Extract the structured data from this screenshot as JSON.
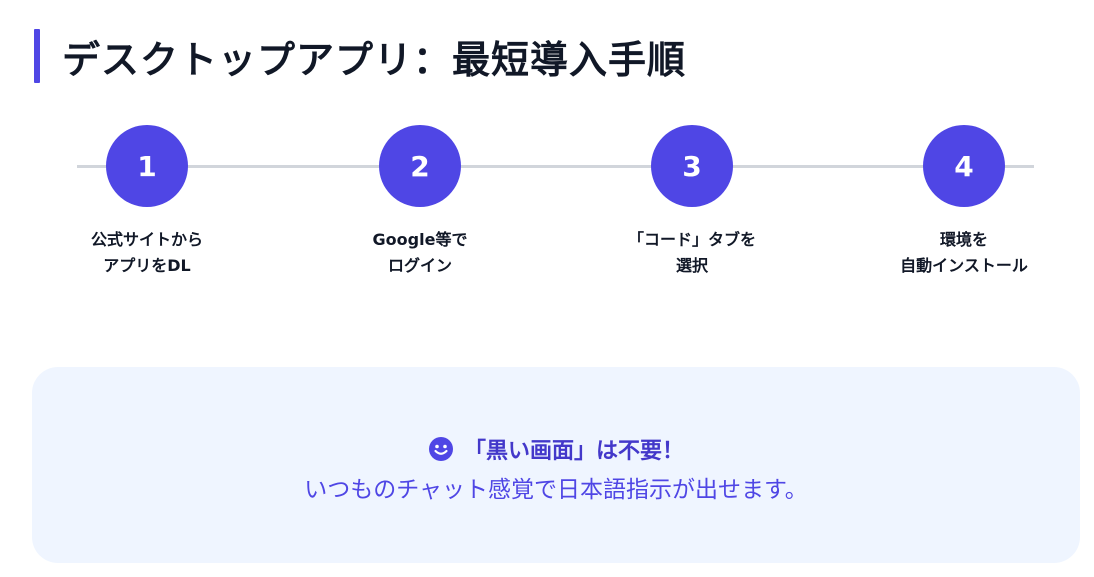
{
  "header": {
    "title": "デスクトップアプリ：最短導入手順"
  },
  "steps": [
    {
      "number": "1",
      "line1": "公式サイトから",
      "line2": "アプリをDL"
    },
    {
      "number": "2",
      "line1": "Google等で",
      "line2": "ログイン"
    },
    {
      "number": "3",
      "line1": "「コード」タブを",
      "line2": "選択"
    },
    {
      "number": "4",
      "line1": "環境を",
      "line2": "自動インストール"
    }
  ],
  "callout": {
    "icon": "smile-icon",
    "heading": "「黒い画面」は不要！",
    "subtext": "いつものチャット感覚で日本語指示が出せます。"
  },
  "colors": {
    "accent": "#4f46e5",
    "accent_text": "#4338ca",
    "track": "#d1d5db",
    "callout_bg": "#eff5ff",
    "title": "#111827"
  }
}
